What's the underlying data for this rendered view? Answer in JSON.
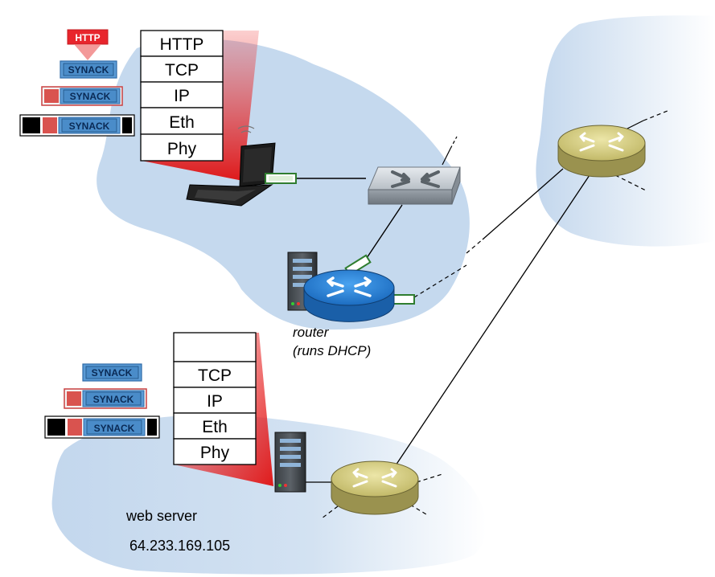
{
  "client_stack": {
    "layers": [
      "HTTP",
      "TCP",
      "IP",
      "Eth",
      "Phy"
    ]
  },
  "server_stack": {
    "layers": [
      "",
      "TCP",
      "IP",
      "Eth",
      "Phy"
    ]
  },
  "client_packets": {
    "http_label": "HTTP",
    "synack_labels": [
      "SYNACK",
      "SYNACK",
      "SYNACK"
    ]
  },
  "server_packets": {
    "synack_labels": [
      "SYNACK",
      "SYNACK",
      "SYNACK"
    ]
  },
  "router_label": {
    "line1": "router",
    "line2": "(runs DHCP)"
  },
  "web_server_label": {
    "name": "web server",
    "ip": "64.233.169.105"
  },
  "colors": {
    "cloud": "#c5d9ee",
    "tcp_blue": "#5b9bd5",
    "ip_red": "#d9534f",
    "http_red": "#e8252c",
    "router_blue": "#2a7fd4",
    "router_olive": "#c9c07a"
  }
}
